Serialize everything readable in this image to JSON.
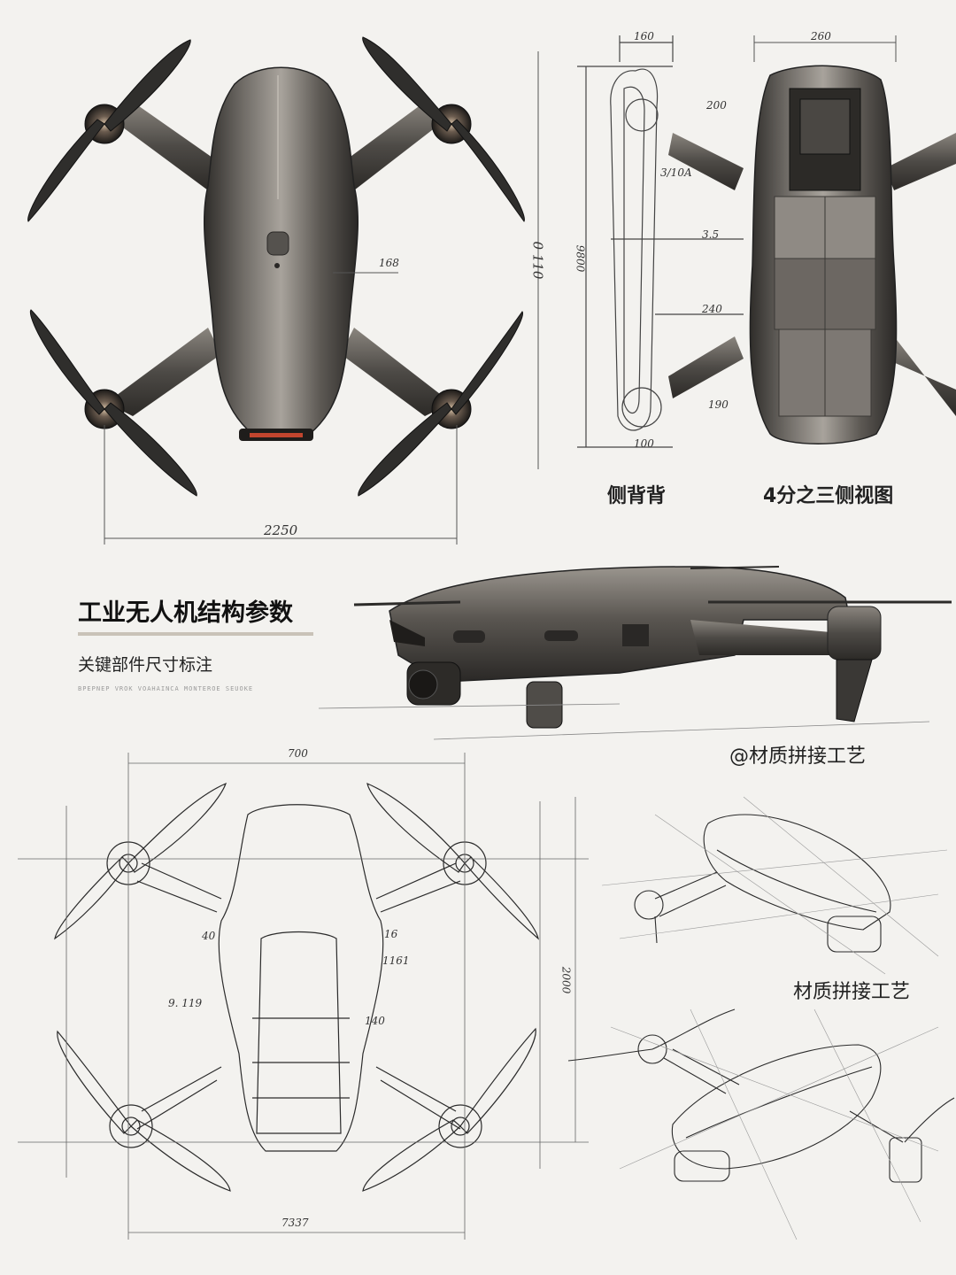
{
  "title": "工业无人机结构参数",
  "subtitle": "关键部件尺寸标注",
  "fine_text": "BPEPNEP VROK VOAHAINCA MONTEROE SEUOKE",
  "views": {
    "top_view": {
      "dim_width": "2250",
      "dim_height": "0 110",
      "dim_inner": "168"
    },
    "side_back_view": {
      "caption": "侧背背",
      "dim_top": "160",
      "dim_height": "9800",
      "dim_bottom": "100",
      "dim_a": "200",
      "dim_b": "3/10A",
      "dim_c": "3.5",
      "dim_d": "240",
      "dim_e": "190"
    },
    "three_quarter_view": {
      "caption": "4分之三侧视图",
      "dim_top": "260"
    },
    "side_perspective": {
      "caption": "@材质拼接工艺"
    },
    "sketch_top_view": {
      "dim_top": "700",
      "dim_bottom": "7337",
      "dim_height": "2000",
      "dim_a": "40",
      "dim_b": "16",
      "dim_c": "1161",
      "dim_d": "9. 119",
      "dim_e": "140"
    },
    "sketch_perspective_1": {
      "caption": "材质拼接工艺"
    }
  },
  "colors": {
    "metal_dark": "#3a3835",
    "metal_mid": "#6f6b66",
    "metal_light": "#b9b5ae",
    "pencil": "#2b2b2b",
    "accent_red": "#c2452e"
  }
}
